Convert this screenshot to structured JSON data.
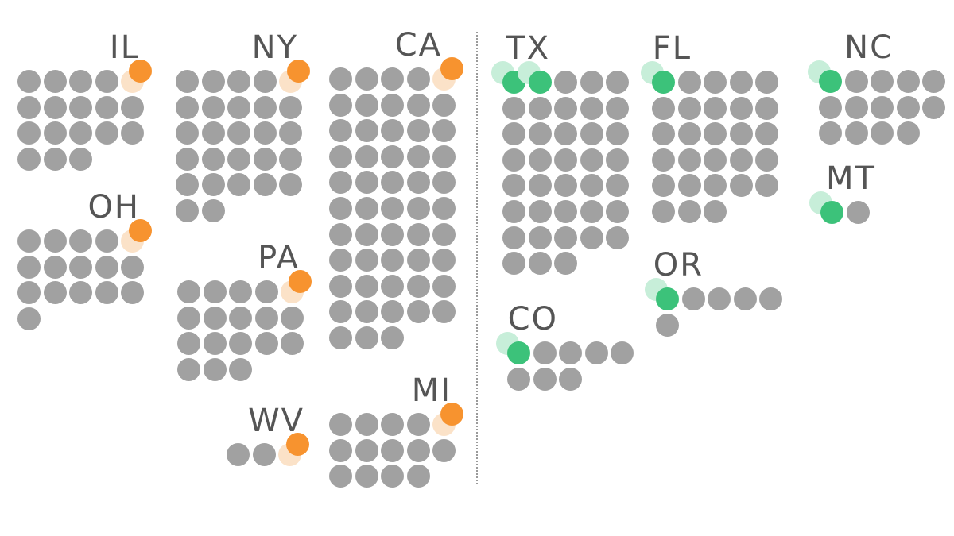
{
  "colors": {
    "seat": "#a1a1a1",
    "flip_left": "#f7932f",
    "flip_left_ghost": "#fbe2c8",
    "flip_right": "#3cc27a",
    "flip_right_ghost": "#c7eed9",
    "label": "#555555"
  },
  "states": [
    {
      "id": "IL",
      "label": "IL",
      "seats": 18,
      "flipped": 1,
      "flip_color": "flip_left",
      "cols": 5
    },
    {
      "id": "OH",
      "label": "OH",
      "seats": 16,
      "flipped": 1,
      "flip_color": "flip_left",
      "cols": 5
    },
    {
      "id": "NY",
      "label": "NY",
      "seats": 27,
      "flipped": 1,
      "flip_color": "flip_left",
      "cols": 5
    },
    {
      "id": "PA",
      "label": "PA",
      "seats": 18,
      "flipped": 1,
      "flip_color": "flip_left",
      "cols": 5
    },
    {
      "id": "WV",
      "label": "WV",
      "seats": 3,
      "flipped": 1,
      "flip_color": "flip_left",
      "cols": 3
    },
    {
      "id": "CA",
      "label": "CA",
      "seats": 53,
      "flipped": 1,
      "flip_color": "flip_left",
      "cols": 5
    },
    {
      "id": "MI",
      "label": "MI",
      "seats": 14,
      "flipped": 1,
      "flip_color": "flip_left",
      "cols": 5
    },
    {
      "id": "TX",
      "label": "TX",
      "seats": 38,
      "flipped": 2,
      "flip_color": "flip_right",
      "cols": 5
    },
    {
      "id": "CO",
      "label": "CO",
      "seats": 8,
      "flipped": 1,
      "flip_color": "flip_right",
      "cols": 5
    },
    {
      "id": "FL",
      "label": "FL",
      "seats": 28,
      "flipped": 1,
      "flip_color": "flip_right",
      "cols": 5
    },
    {
      "id": "OR",
      "label": "OR",
      "seats": 6,
      "flipped": 1,
      "flip_color": "flip_right",
      "cols": 5
    },
    {
      "id": "NC",
      "label": "NC",
      "seats": 14,
      "flipped": 1,
      "flip_color": "flip_right",
      "cols": 5
    },
    {
      "id": "MT",
      "label": "MT",
      "seats": 2,
      "flipped": 1,
      "flip_color": "flip_right",
      "cols": 2
    }
  ]
}
